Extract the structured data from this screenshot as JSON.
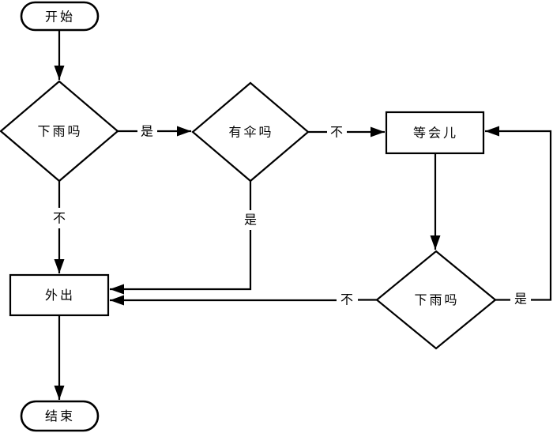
{
  "diagram": {
    "type": "flowchart",
    "background_color": "#ffffff",
    "line_color": "#000000",
    "shape_fill_color": "#ffffff",
    "nodes": {
      "start": {
        "label": "开始",
        "shape": "terminator"
      },
      "rain1": {
        "label": "下雨吗",
        "shape": "decision"
      },
      "umbrella": {
        "label": "有伞吗",
        "shape": "decision"
      },
      "wait": {
        "label": "等会儿",
        "shape": "process"
      },
      "rain2": {
        "label": "下雨吗",
        "shape": "decision"
      },
      "goout": {
        "label": "外出",
        "shape": "process"
      },
      "end": {
        "label": "结束",
        "shape": "terminator"
      }
    },
    "edges": [
      {
        "from": "start",
        "to": "rain1",
        "label": ""
      },
      {
        "from": "rain1",
        "to": "umbrella",
        "label": "是"
      },
      {
        "from": "rain1",
        "to": "goout",
        "label": "不"
      },
      {
        "from": "umbrella",
        "to": "wait",
        "label": "不"
      },
      {
        "from": "umbrella",
        "to": "goout",
        "label": "是"
      },
      {
        "from": "wait",
        "to": "rain2",
        "label": ""
      },
      {
        "from": "rain2",
        "to": "wait",
        "label": "是"
      },
      {
        "from": "rain2",
        "to": "goout",
        "label": "不"
      },
      {
        "from": "goout",
        "to": "end",
        "label": ""
      }
    ]
  }
}
